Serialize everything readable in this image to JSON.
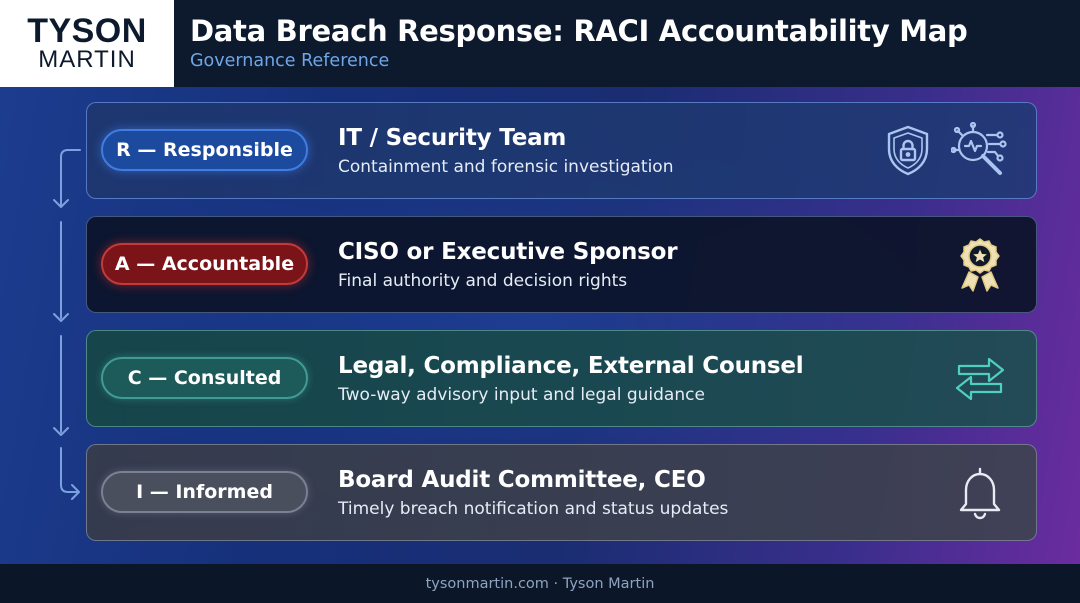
{
  "header": {
    "logo_line1": "TYSON",
    "logo_line2": "MARTIN",
    "title": "Data Breach Response: RACI Accountability Map",
    "subtitle": "Governance Reference"
  },
  "rows": [
    {
      "badge": "R — Responsible",
      "title": "IT / Security Team",
      "description": "Containment and forensic investigation",
      "icons": [
        "shield-lock-icon",
        "circuit-magnifier-icon"
      ],
      "accent": "#3f7de0"
    },
    {
      "badge": "A — Accountable",
      "title": "CISO or Executive Sponsor",
      "description": "Final authority and decision rights",
      "icons": [
        "award-badge-icon"
      ],
      "accent": "#c23a3a"
    },
    {
      "badge": "C — Consulted",
      "title": "Legal, Compliance, External Counsel",
      "description": "Two-way advisory input and legal guidance",
      "icons": [
        "two-way-arrows-icon"
      ],
      "accent": "#3f9b94"
    },
    {
      "badge": "I — Informed",
      "title": "Board Audit Committee, CEO",
      "description": "Timely breach notification and status updates",
      "icons": [
        "bell-icon"
      ],
      "accent": "#7b8092"
    }
  ],
  "footer": {
    "text": "tysonmartin.com · Tyson Martin"
  }
}
